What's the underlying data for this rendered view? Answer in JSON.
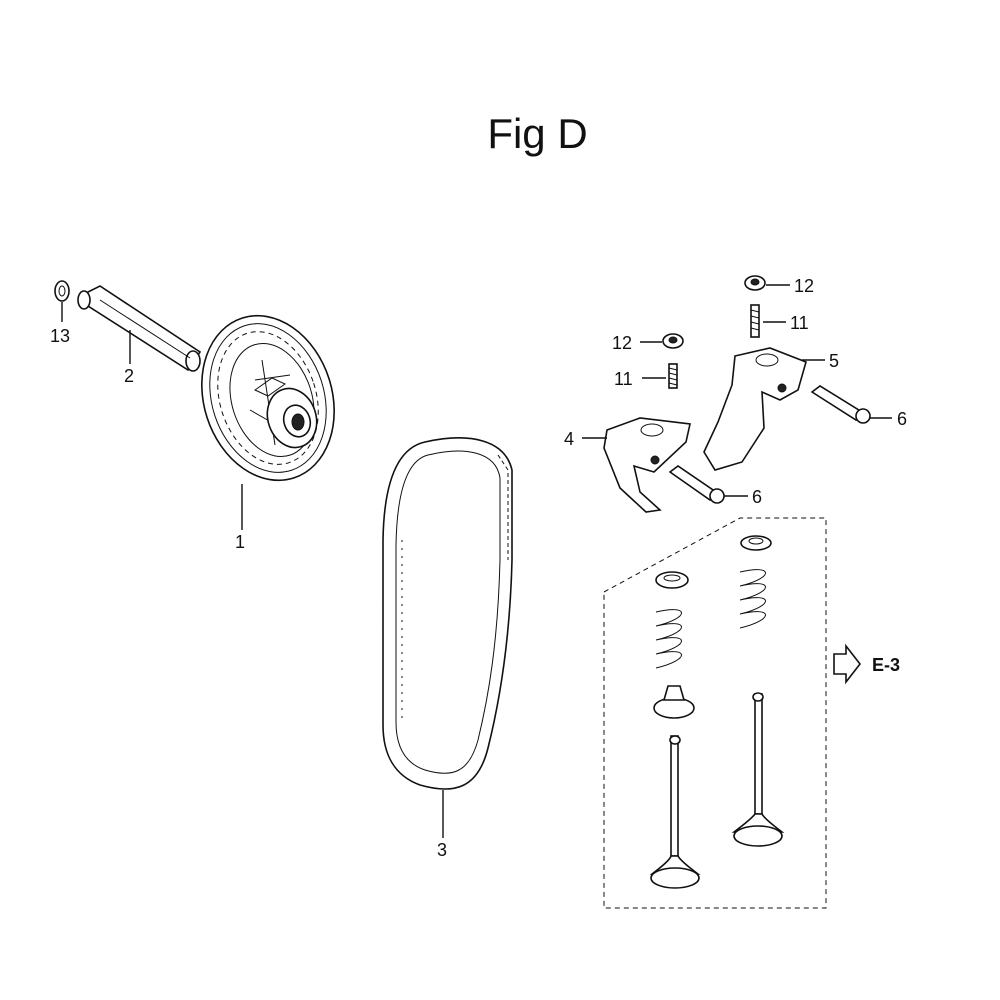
{
  "title": "Fig D",
  "callouts": [
    "1",
    "2",
    "3",
    "4",
    "5",
    "6",
    "6",
    "11",
    "11",
    "12",
    "12",
    "13"
  ],
  "reference": "E-3",
  "parts": [
    {
      "id": "1",
      "icon": "cam-pulley-icon"
    },
    {
      "id": "2",
      "icon": "camshaft-pin-icon"
    },
    {
      "id": "3",
      "icon": "timing-belt-icon"
    },
    {
      "id": "4",
      "icon": "rocker-arm-icon"
    },
    {
      "id": "5",
      "icon": "rocker-arm-icon"
    },
    {
      "id": "6",
      "icon": "rocker-shaft-icon"
    },
    {
      "id": "11",
      "icon": "adjusting-screw-icon"
    },
    {
      "id": "12",
      "icon": "nut-icon"
    },
    {
      "id": "13",
      "icon": "washer-icon"
    }
  ]
}
